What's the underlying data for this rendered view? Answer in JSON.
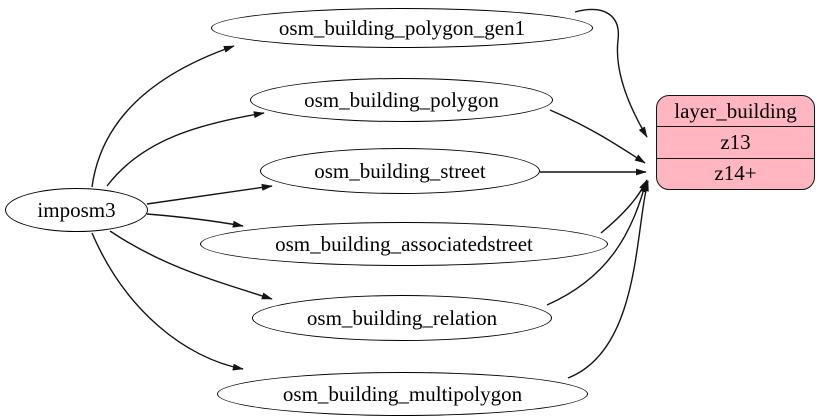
{
  "diagram": {
    "background_color": "#ffffff",
    "edge_color": "#141414",
    "source_node": {
      "label": "imposm3"
    },
    "table_nodes": [
      {
        "label": "osm_building_polygon_gen1"
      },
      {
        "label": "osm_building_polygon"
      },
      {
        "label": "osm_building_street"
      },
      {
        "label": "osm_building_associatedstreet"
      },
      {
        "label": "osm_building_relation"
      },
      {
        "label": "osm_building_multipolygon"
      }
    ],
    "layer_node": {
      "title": "layer_building",
      "rows": [
        "z13",
        "z14+"
      ],
      "fill_color": "#ffb6c1",
      "border_color": "#151515"
    },
    "edges": [
      {
        "from": "imposm3",
        "to": "osm_building_polygon_gen1"
      },
      {
        "from": "imposm3",
        "to": "osm_building_polygon"
      },
      {
        "from": "imposm3",
        "to": "osm_building_street"
      },
      {
        "from": "imposm3",
        "to": "osm_building_associatedstreet"
      },
      {
        "from": "imposm3",
        "to": "osm_building_relation"
      },
      {
        "from": "imposm3",
        "to": "osm_building_multipolygon"
      },
      {
        "from": "osm_building_polygon_gen1",
        "to": "layer_building:z13"
      },
      {
        "from": "osm_building_polygon",
        "to": "layer_building:z14+"
      },
      {
        "from": "osm_building_street",
        "to": "layer_building:z14+"
      },
      {
        "from": "osm_building_associatedstreet",
        "to": "layer_building:z14+"
      },
      {
        "from": "osm_building_relation",
        "to": "layer_building:z14+"
      },
      {
        "from": "osm_building_multipolygon",
        "to": "layer_building:z14+"
      }
    ]
  }
}
